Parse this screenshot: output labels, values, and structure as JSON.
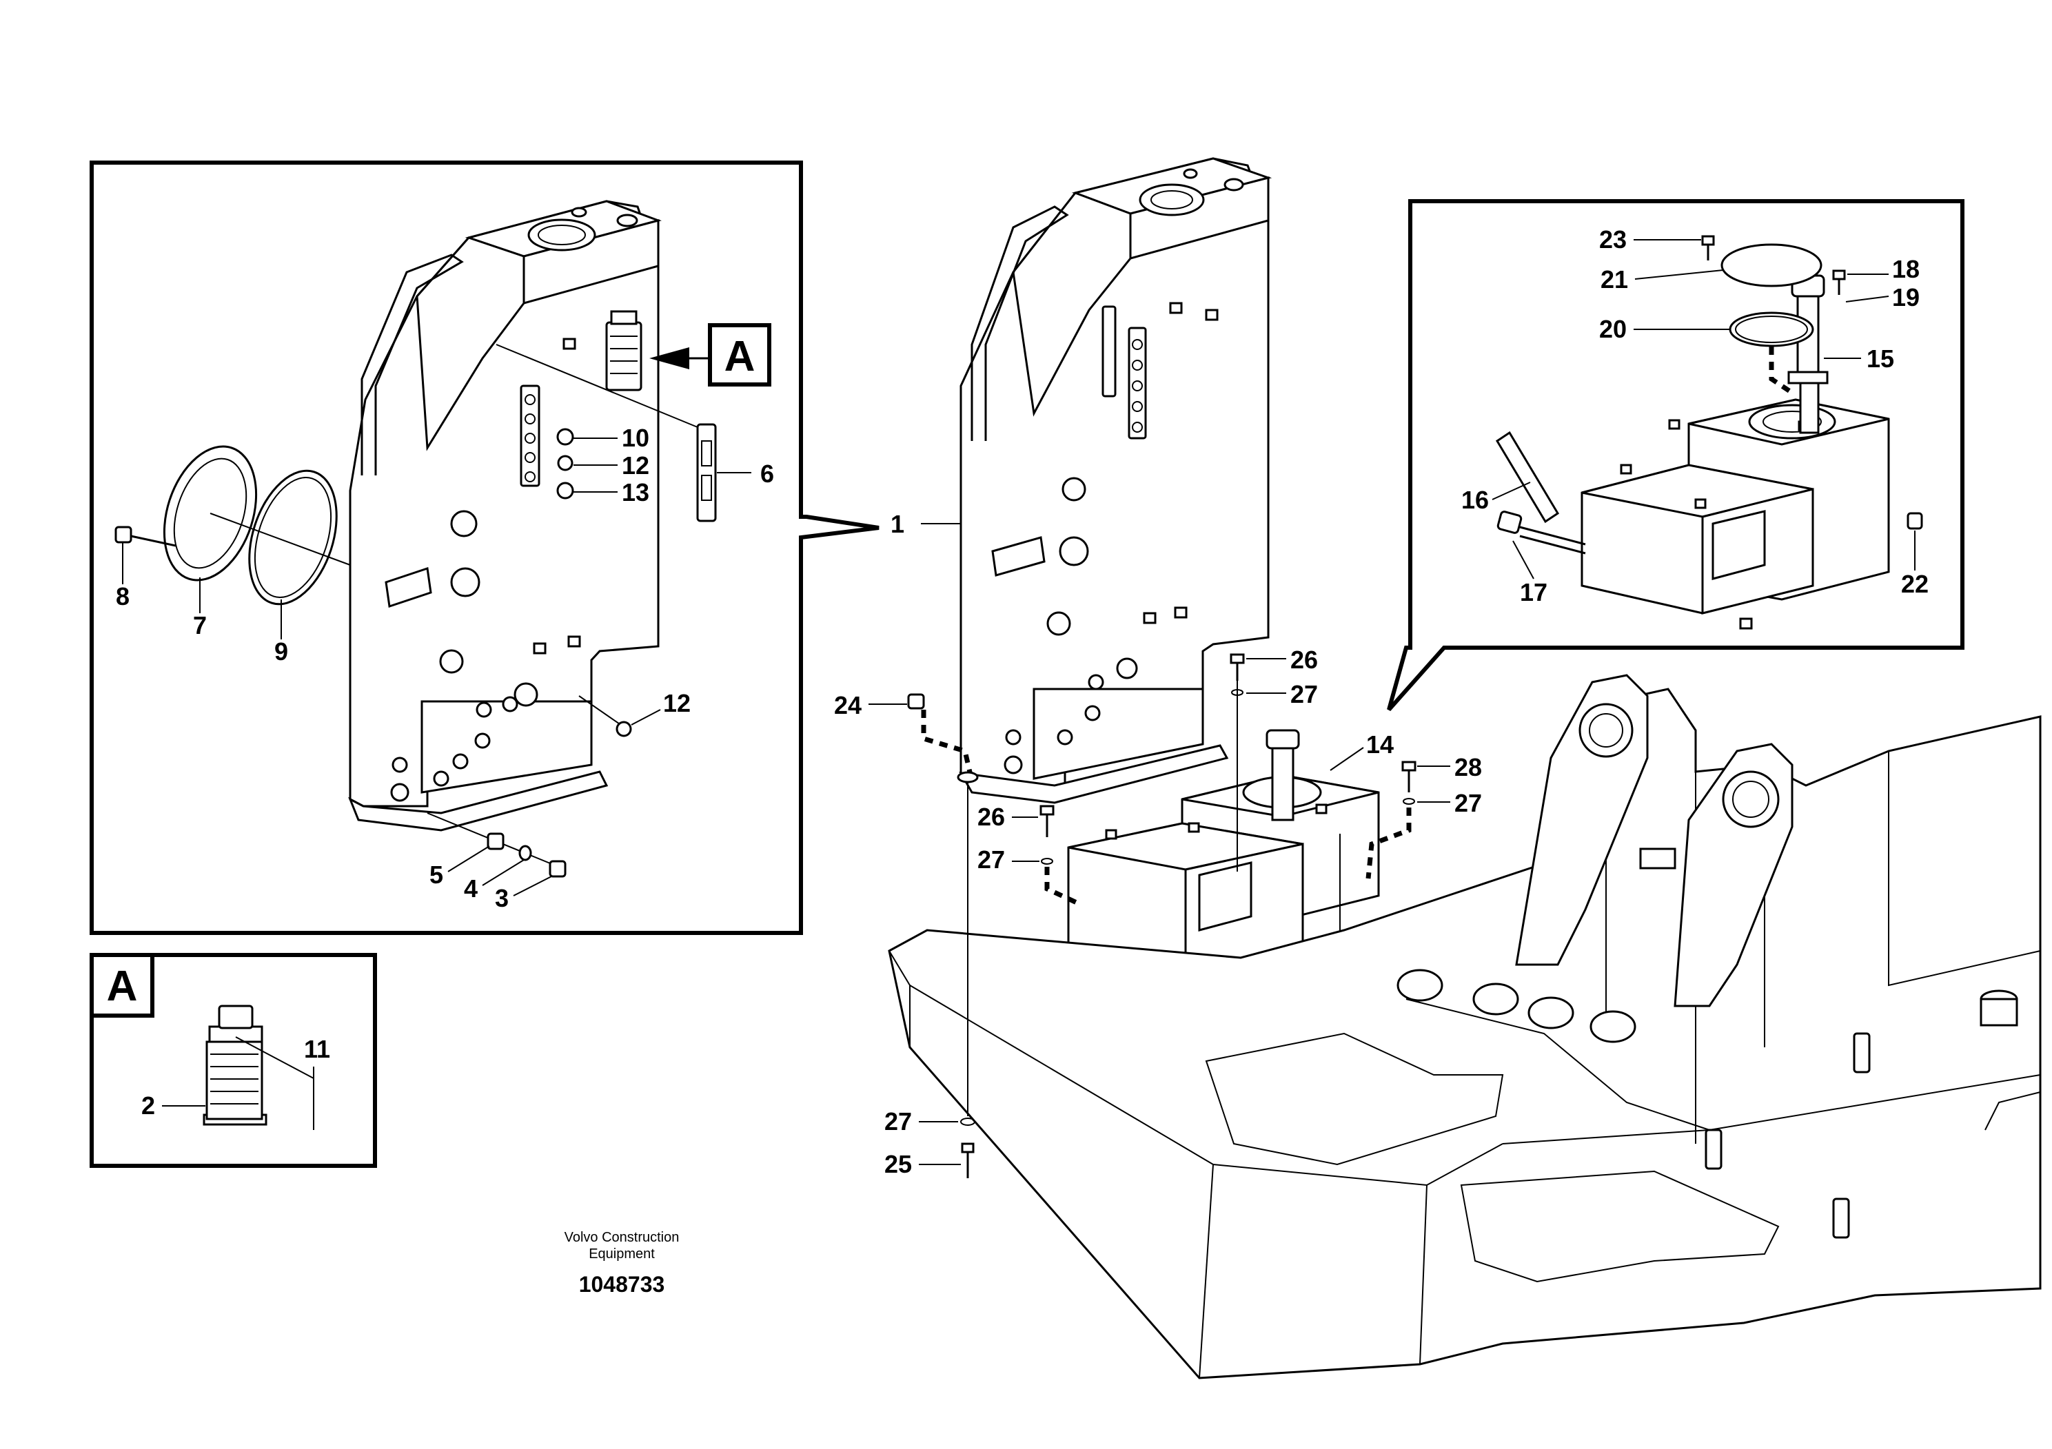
{
  "callout_marker": "A",
  "detail_frames": {
    "left_marker": "A",
    "bottom_marker": "A"
  },
  "labels": {
    "l1": "1",
    "l2": "2",
    "l3": "3",
    "l4": "4",
    "l5": "5",
    "l6": "6",
    "l7": "7",
    "l8": "8",
    "l9": "9",
    "l10": "10",
    "l11": "11",
    "l12a": "12",
    "l12b": "12",
    "l13": "13",
    "l14": "14",
    "l15": "15",
    "l16": "16",
    "l17": "17",
    "l18": "18",
    "l19": "19",
    "l20": "20",
    "l21": "21",
    "l22": "22",
    "l23": "23",
    "l24": "24",
    "l25": "25",
    "l26a": "26",
    "l26b": "26",
    "l27a": "27",
    "l27b": "27",
    "l27c": "27",
    "l27d": "27",
    "l28": "28"
  },
  "footer": {
    "company_line1": "Volvo Construction",
    "company_line2": "Equipment",
    "drawing_number": "1048733"
  }
}
